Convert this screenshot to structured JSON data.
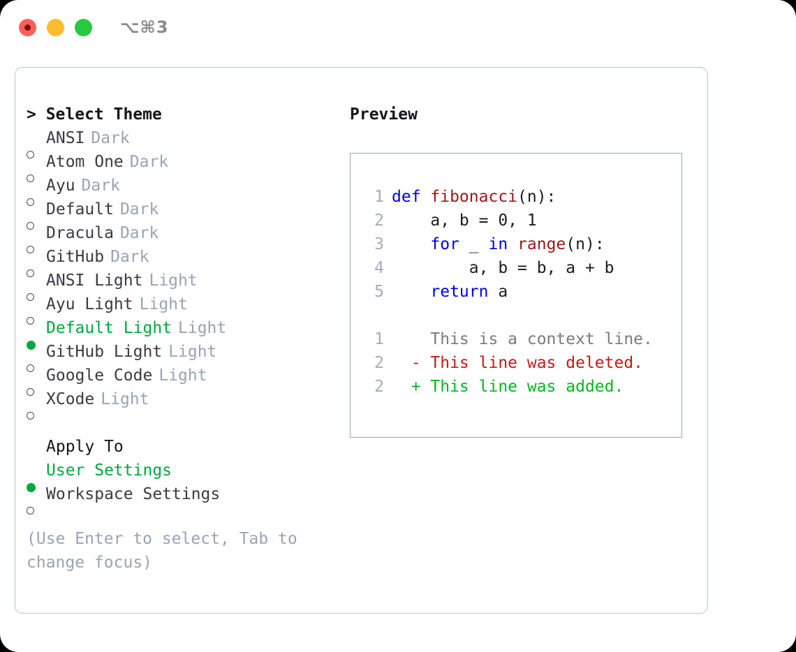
{
  "window": {
    "title": "⌥⌘3",
    "buttons": [
      {
        "name": "close",
        "color": "#ff5f57"
      },
      {
        "name": "minimize",
        "color": "#febc2e"
      },
      {
        "name": "maximize",
        "color": "#28c840"
      }
    ]
  },
  "theme_picker": {
    "heading": "> Select Theme",
    "items": [
      {
        "marker": "o",
        "label": "ANSI",
        "tag": "Dark",
        "selected": false
      },
      {
        "marker": "o",
        "label": "Atom One",
        "tag": "Dark",
        "selected": false
      },
      {
        "marker": "o",
        "label": "Ayu",
        "tag": "Dark",
        "selected": false
      },
      {
        "marker": "o",
        "label": "Default",
        "tag": "Dark",
        "selected": false
      },
      {
        "marker": "o",
        "label": "Dracula",
        "tag": "Dark",
        "selected": false
      },
      {
        "marker": "o",
        "label": "GitHub",
        "tag": "Dark",
        "selected": false
      },
      {
        "marker": "o",
        "label": "ANSI Light",
        "tag": "Light",
        "selected": false
      },
      {
        "marker": "o",
        "label": "Ayu Light",
        "tag": "Light",
        "selected": false
      },
      {
        "marker": "●",
        "label": "Default Light",
        "tag": "Light",
        "selected": true
      },
      {
        "marker": "o",
        "label": "GitHub Light",
        "tag": "Light",
        "selected": false
      },
      {
        "marker": "o",
        "label": "Google Code",
        "tag": "Light",
        "selected": false
      },
      {
        "marker": "o",
        "label": "XCode",
        "tag": "Light",
        "selected": false
      }
    ]
  },
  "apply_to": {
    "heading": "Apply To",
    "items": [
      {
        "marker": "●",
        "label": "User Settings",
        "selected": true
      },
      {
        "marker": "o",
        "label": "Workspace Settings",
        "selected": false
      }
    ]
  },
  "hint": "(Use Enter to select, Tab to change focus)",
  "preview": {
    "title": "Preview",
    "code": [
      {
        "line_number": "1",
        "segments": [
          {
            "text": "def ",
            "type": "keyword"
          },
          {
            "text": "fibonacci",
            "type": "function"
          },
          {
            "text": "(n):",
            "type": "plain"
          }
        ]
      },
      {
        "line_number": "2",
        "segments": [
          {
            "text": "    a, b = 0, 1",
            "type": "plain"
          }
        ]
      },
      {
        "line_number": "3",
        "segments": [
          {
            "text": "    ",
            "type": "plain"
          },
          {
            "text": "for",
            "type": "keyword"
          },
          {
            "text": " _ ",
            "type": "plain"
          },
          {
            "text": "in",
            "type": "keyword"
          },
          {
            "text": " ",
            "type": "plain"
          },
          {
            "text": "range",
            "type": "function"
          },
          {
            "text": "(n):",
            "type": "plain"
          }
        ]
      },
      {
        "line_number": "4",
        "segments": [
          {
            "text": "        a, b = b, a + b",
            "type": "plain"
          }
        ]
      },
      {
        "line_number": "5",
        "segments": [
          {
            "text": "    ",
            "type": "plain"
          },
          {
            "text": "return",
            "type": "keyword"
          },
          {
            "text": " a",
            "type": "plain"
          }
        ]
      }
    ],
    "diff": [
      {
        "line_number": "1",
        "sign": " ",
        "text": "This is a context line.",
        "type": "context"
      },
      {
        "line_number": "2",
        "sign": "-",
        "text": "This line was deleted.",
        "type": "deleted"
      },
      {
        "line_number": "2",
        "sign": "+",
        "text": "This line was added.",
        "type": "added"
      }
    ]
  },
  "colors": {
    "selected_green": "#00a83c",
    "tag_gray": "#98a4b3",
    "text": "#3a3a44",
    "keyword_blue": "#0000e6",
    "function_red": "#9c1717",
    "diff_deleted": "#c21b17",
    "diff_added": "#00b81f",
    "border": "#b9c2ce"
  }
}
